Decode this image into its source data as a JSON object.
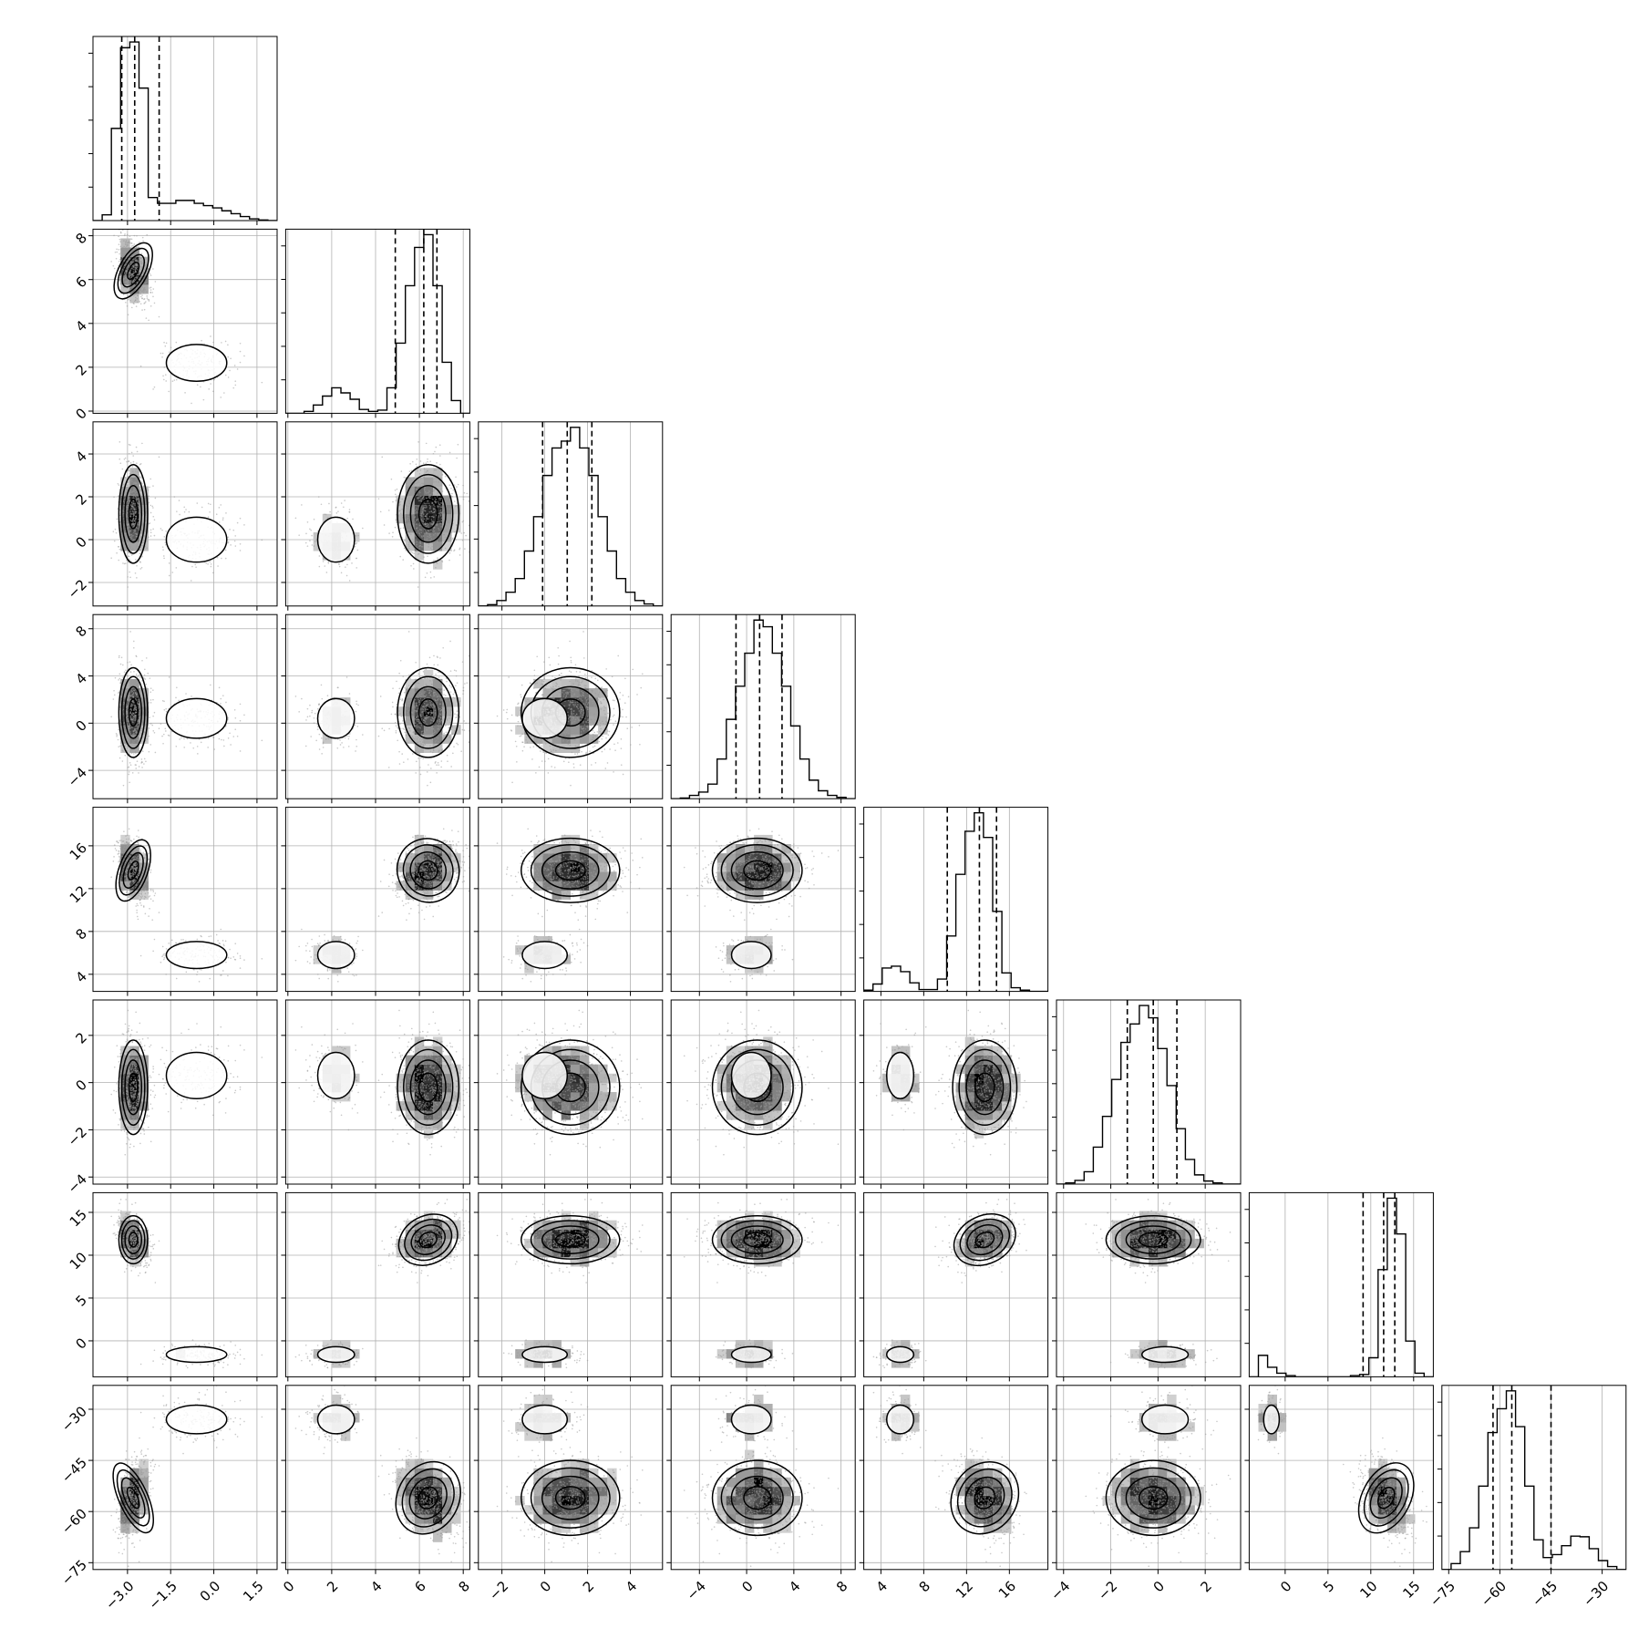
{
  "colors": {
    "axes": "#000000",
    "grid": "#b0b0b0",
    "hist_line": "#000000",
    "quantile_line": "#000000",
    "scatter": "#9a9a9a",
    "contour": "#000000",
    "density_min": "#ffffff",
    "density_max": "#000000"
  },
  "chart_data": {
    "type": "corner",
    "n_params": 8,
    "grid": true,
    "params": [
      {
        "ticks": [
          "−3.0",
          "−1.5",
          "0.0",
          "1.5"
        ],
        "tick_values": [
          -3,
          -1.5,
          0,
          1.5
        ],
        "range": [
          -4.2,
          2.2
        ]
      },
      {
        "ticks": [
          "0",
          "2",
          "4",
          "6",
          "8"
        ],
        "tick_values": [
          0,
          2,
          4,
          6,
          8
        ],
        "range": [
          -0.1,
          8.3
        ]
      },
      {
        "ticks": [
          "−2",
          "0",
          "2",
          "4"
        ],
        "tick_values": [
          -2,
          0,
          2,
          4
        ],
        "range": [
          -3.1,
          5.5
        ]
      },
      {
        "ticks": [
          "−4",
          "0",
          "4",
          "8"
        ],
        "tick_values": [
          -4,
          0,
          4,
          8
        ],
        "range": [
          -6.4,
          9.2
        ]
      },
      {
        "ticks": [
          "4",
          "8",
          "12",
          "16"
        ],
        "tick_values": [
          4,
          8,
          12,
          16
        ],
        "range": [
          2.4,
          19.6
        ]
      },
      {
        "ticks": [
          "−4",
          "−2",
          "0",
          "2"
        ],
        "tick_values": [
          -4,
          -2,
          0,
          2
        ],
        "range": [
          -4.3,
          3.5
        ]
      },
      {
        "ticks": [
          "0",
          "5",
          "10",
          "15"
        ],
        "tick_values": [
          0,
          5,
          10,
          15
        ],
        "range": [
          -4.2,
          17.3
        ]
      },
      {
        "ticks": [
          "−75",
          "−60",
          "−45",
          "−30"
        ],
        "tick_values": [
          -75,
          -60,
          -45,
          -30
        ],
        "range": [
          -77,
          -23
        ]
      }
    ],
    "quantiles": [
      [
        -3.2,
        -2.75,
        -1.9
      ],
      [
        4.9,
        6.2,
        6.8
      ],
      [
        -0.1,
        1.05,
        2.2
      ],
      [
        -0.9,
        1.1,
        3.0
      ],
      [
        10.2,
        13.2,
        14.8
      ],
      [
        -1.3,
        -0.2,
        0.8
      ],
      [
        9.1,
        11.5,
        12.8
      ],
      [
        -62,
        -56.5,
        -45
      ]
    ],
    "histograms": [
      [
        0,
        1,
        16,
        30,
        31,
        23,
        4,
        3,
        3,
        3.5,
        3.5,
        3,
        2.6,
        2.2,
        1.7,
        1.2,
        0.7,
        0.3,
        0.1,
        0
      ],
      [
        0,
        0,
        0.3,
        1.3,
        2.7,
        4,
        3.2,
        2.2,
        0.6,
        0.3,
        0.5,
        4,
        11,
        20,
        26,
        28,
        20,
        8,
        2,
        0
      ],
      [
        0,
        0.2,
        0.8,
        2,
        4,
        8,
        13,
        19,
        23,
        24,
        26,
        23,
        19,
        13,
        8,
        4,
        2,
        0.8,
        0.3,
        0
      ],
      [
        0,
        0.1,
        0.5,
        1,
        2.2,
        6,
        12,
        17,
        22,
        27,
        26,
        22,
        17,
        11,
        6,
        2.8,
        1.2,
        0.5,
        0.2,
        0
      ],
      [
        0.2,
        1.2,
        3.8,
        4.1,
        3.2,
        1.4,
        0.3,
        0.3,
        2,
        9,
        19,
        26,
        29,
        25,
        13,
        3,
        0.6,
        0.2,
        0,
        0
      ],
      [
        0,
        0.2,
        0.6,
        2,
        6,
        11,
        17,
        23,
        26,
        29,
        27,
        22,
        16,
        9,
        4,
        1.5,
        0.5,
        0.2,
        0,
        0
      ],
      [
        0,
        1.8,
        0.8,
        0.3,
        0.1,
        0,
        0,
        0,
        0,
        0,
        0,
        0.1,
        0.2,
        1.6,
        9,
        15,
        12,
        3,
        0.3,
        0
      ],
      [
        0,
        1,
        3,
        7,
        14,
        23,
        27,
        30,
        24,
        14,
        5,
        2,
        2.5,
        4,
        5.6,
        5.5,
        3.5,
        1.5,
        0.5,
        0
      ]
    ],
    "clusters": [
      {
        "weight": 0.78,
        "mean": [
          -2.8,
          6.4,
          1.2,
          0.9,
          13.7,
          -0.2,
          11.8,
          -56
        ],
        "sd": [
          0.25,
          0.7,
          1.15,
          1.9,
          1.5,
          1.0,
          1.4,
          5.5
        ]
      },
      {
        "weight": 0.22,
        "mean": [
          -0.6,
          2.2,
          0.0,
          0.4,
          5.8,
          0.3,
          -1.6,
          -33
        ],
        "sd": [
          0.75,
          0.6,
          0.75,
          1.2,
          0.9,
          0.7,
          0.65,
          3.0
        ]
      }
    ],
    "correlations": [
      [
        0,
        1,
        -0.6
      ],
      [
        1,
        4,
        0.55
      ],
      [
        1,
        6,
        0.6
      ],
      [
        1,
        7,
        -0.6
      ],
      [
        4,
        6,
        0.55
      ],
      [
        4,
        7,
        -0.75
      ],
      [
        6,
        7,
        -0.6
      ],
      [
        0,
        7,
        0.5
      ],
      [
        0,
        4,
        -0.4
      ]
    ]
  }
}
